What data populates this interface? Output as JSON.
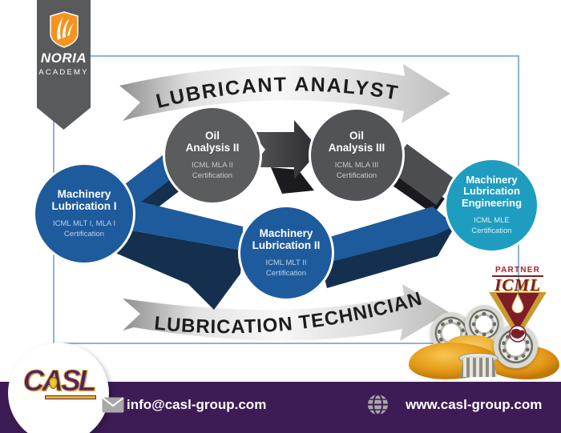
{
  "brand": {
    "name_top": "NORIA",
    "name_bottom": "ACADEMY"
  },
  "path_labels": {
    "top": "LUBRICANT ANALYST",
    "bottom": "LUBRICATION TECHNICIAN"
  },
  "nodes": {
    "ml1": {
      "t1": "Machinery",
      "t2": "Lubrication I",
      "c1": "ICML MLT I, MLA I",
      "c2": "Certification"
    },
    "oa2": {
      "t1": "Oil",
      "t2": "Analysis II",
      "c1": "ICML MLA II",
      "c2": "Certification"
    },
    "oa3": {
      "t1": "Oil",
      "t2": "Analysis III",
      "c1": "ICML MLA III",
      "c2": "Certification"
    },
    "ml2": {
      "t1": "Machinery",
      "t2": "Lubrication II",
      "c1": "ICML MLT II",
      "c2": "Certification"
    },
    "mle": {
      "t1": "Machinery",
      "t2": "Lubrication",
      "t3": "Engineering",
      "c1": "ICML MLE",
      "c2": "Certification"
    }
  },
  "partner_badge": {
    "label": "PARTNER",
    "org": "ICML"
  },
  "casl": {
    "logo_text": "CASL"
  },
  "footer": {
    "email": "info@casl-group.com",
    "website": "www.casl-group.com"
  },
  "icons": {
    "email": "envelope-icon",
    "website": "globe-icon",
    "brand": "noria-shield-flame-icon",
    "partner": "icml-drop-globe-icon"
  },
  "colors": {
    "course_blue": "#1e5b9c",
    "course_navy": "#14304e",
    "course_gray": "#58595b",
    "course_teal": "#1e9dc0",
    "footer_purple": "#3d1c55",
    "frame_blue": "#8db3d6",
    "noria_orange": "#f6921e",
    "icml_maroon": "#7c1b24",
    "icml_gold": "#d8a93c",
    "casl_purple": "#4b2179",
    "casl_gold": "#d7a31c"
  }
}
